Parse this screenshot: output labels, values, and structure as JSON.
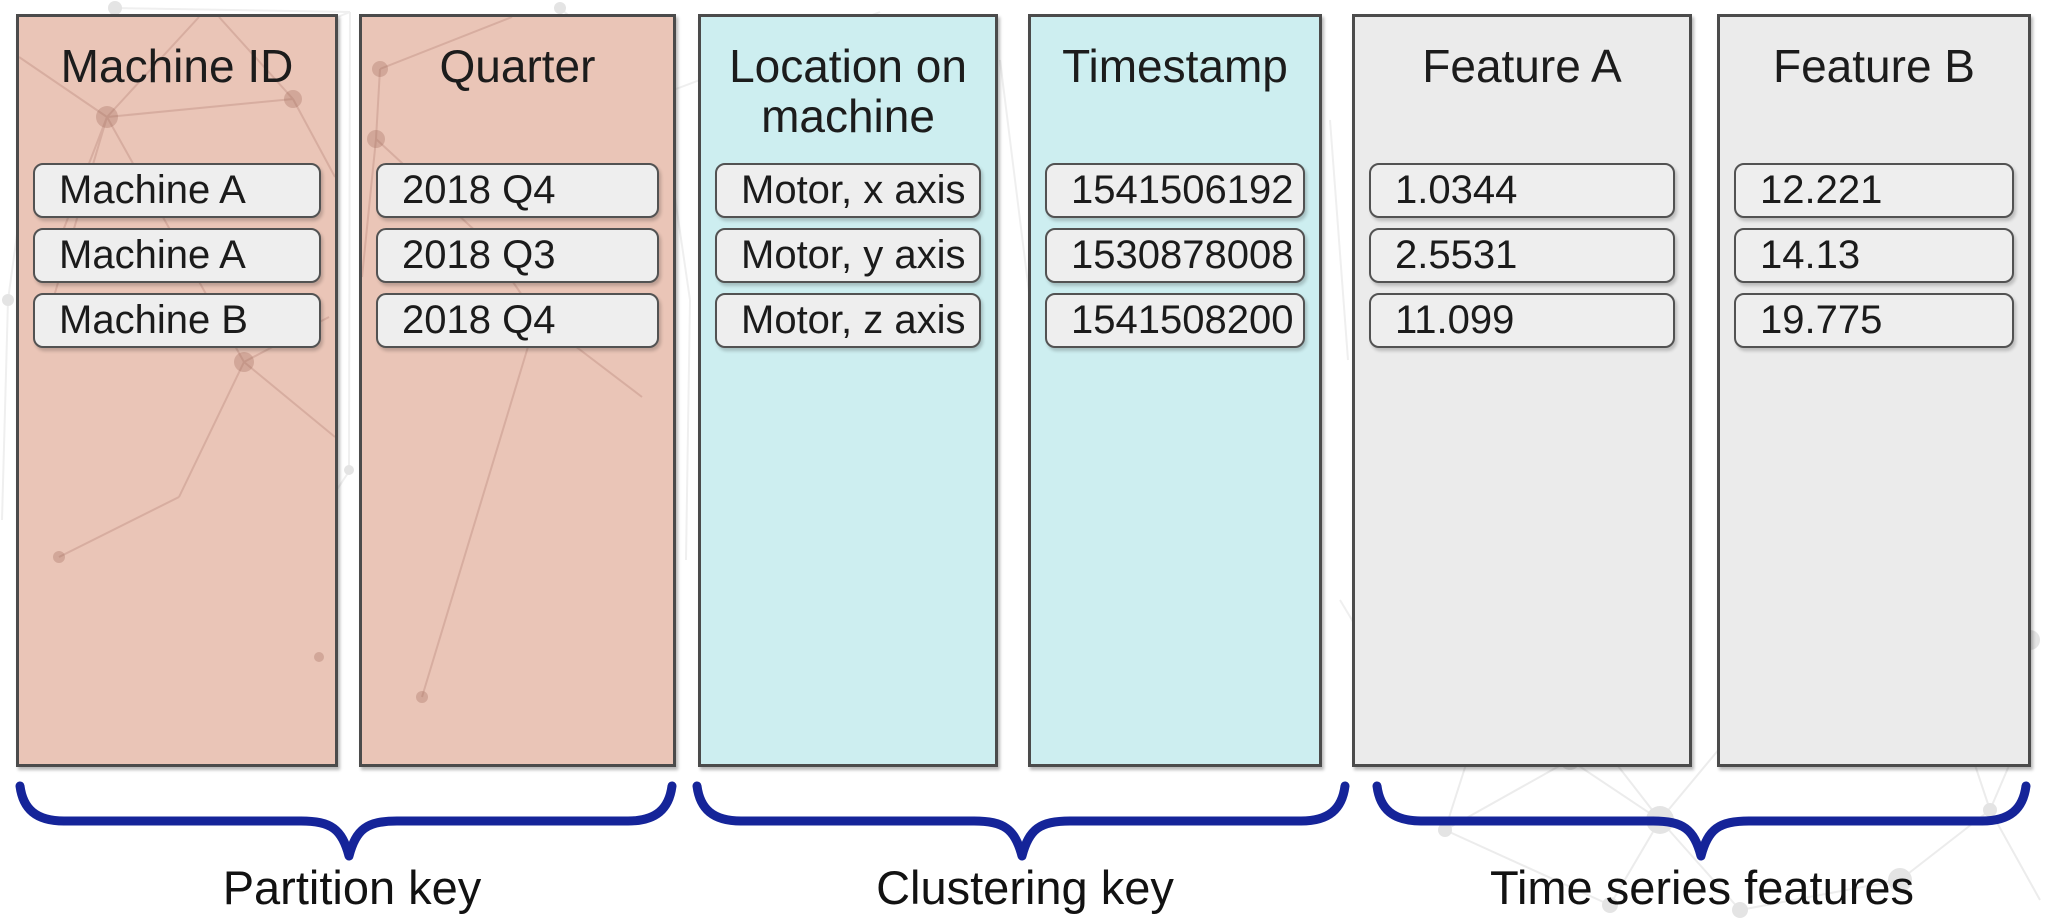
{
  "table": {
    "groups": [
      {
        "label": "Partition key",
        "columns": [
          {
            "header": "Machine ID",
            "values": [
              "Machine A",
              "Machine A",
              "Machine B"
            ]
          },
          {
            "header": "Quarter",
            "values": [
              "2018 Q4",
              "2018 Q3",
              "2018 Q4"
            ]
          }
        ]
      },
      {
        "label": "Clustering key",
        "columns": [
          {
            "header": "Location on machine",
            "values": [
              "Motor, x axis",
              "Motor, y axis",
              "Motor, z axis"
            ]
          },
          {
            "header": "Timestamp",
            "values": [
              "1541506192",
              "1530878008",
              "1541508200"
            ]
          }
        ]
      },
      {
        "label": "Time series features",
        "columns": [
          {
            "header": "Feature A",
            "values": [
              "1.0344",
              "2.5531",
              "11.099"
            ]
          },
          {
            "header": "Feature B",
            "values": [
              "12.221",
              "14.13",
              "19.775"
            ]
          }
        ]
      }
    ]
  },
  "colors": {
    "partition_fill": "#eac5b7",
    "clustering_fill": "#cdeef0",
    "features_fill": "#ebebeb",
    "cell_fill": "#eeeeee",
    "column_border": "#4b4b4b",
    "brace": "#152499",
    "text": "#1d1d1d"
  }
}
